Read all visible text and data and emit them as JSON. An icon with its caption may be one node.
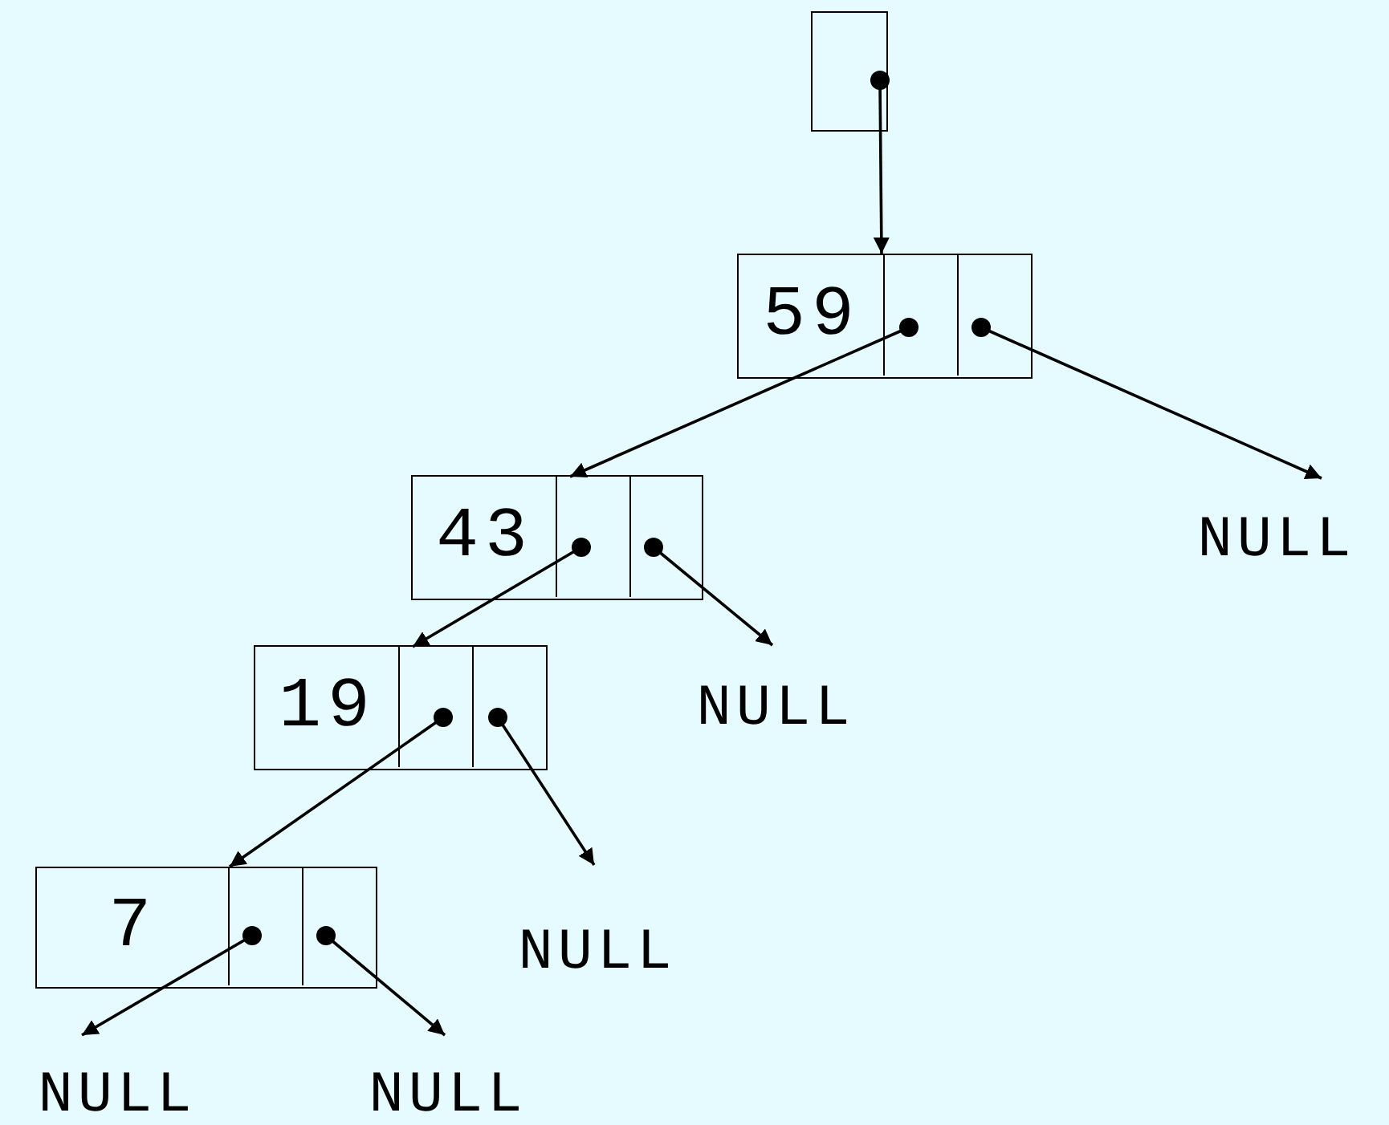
{
  "diagram": {
    "nodes": [
      {
        "text": [],
        "shape": "box"
      },
      {
        "text": [
          "59"
        ]
      },
      {
        "text": [],
        "shape": "box",
        "in": 1
      },
      {
        "text": [],
        "shape": "box",
        "in": 1
      },
      {
        "text": [
          "NULL"
        ]
      },
      {
        "text": [
          "43"
        ]
      },
      {
        "text": [],
        "shape": "box",
        "in": 5
      },
      {
        "text": [],
        "shape": "box",
        "in": 5
      },
      {
        "text": [
          "NULL"
        ]
      },
      {
        "text": [
          "19"
        ]
      },
      {
        "text": [],
        "shape": "box",
        "in": 9
      },
      {
        "text": [],
        "shape": "box",
        "in": 9
      },
      {
        "text": [
          "NULL"
        ]
      },
      {
        "text": [
          "7"
        ]
      },
      {
        "text": [],
        "shape": "box",
        "in": 13
      },
      {
        "text": [],
        "shape": "box",
        "in": 13
      },
      {
        "text": [
          "NULL"
        ]
      },
      {
        "text": [
          "NULL"
        ]
      }
    ],
    "edges": [
      {
        "from": 0,
        "to": 1,
        "arrow": "to"
      },
      {
        "from": 2,
        "to": 5,
        "arrow": "to"
      },
      {
        "from": 3,
        "to": 4,
        "arrow": "to"
      },
      {
        "from": 6,
        "to": 9,
        "arrow": "to"
      },
      {
        "from": 7,
        "to": 8,
        "arrow": "to"
      },
      {
        "from": 10,
        "to": 13,
        "arrow": "to"
      },
      {
        "from": 11,
        "to": 12,
        "arrow": "to"
      },
      {
        "from": 14,
        "to": 16,
        "arrow": "to"
      },
      {
        "from": 15,
        "to": 17,
        "arrow": "to"
      }
    ]
  }
}
